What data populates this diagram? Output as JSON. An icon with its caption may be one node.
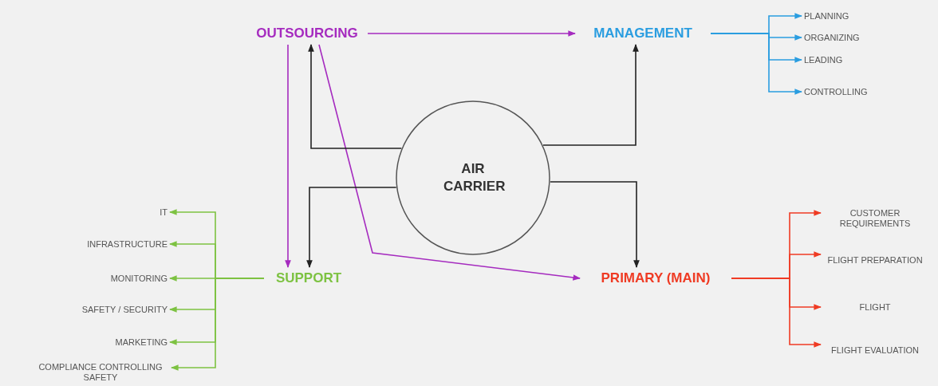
{
  "diagram": {
    "nodes": [
      {
        "text": [
          "OUTSOURCING"
        ]
      },
      {
        "text": [
          "MANAGEMENT"
        ]
      },
      {
        "text": [
          "AIR CARRIER"
        ]
      },
      {
        "text": [
          "SUPPORT"
        ]
      },
      {
        "text": [
          "PRIMARY (MAIN)"
        ]
      },
      {
        "text": [
          "PLANNING"
        ]
      },
      {
        "text": [
          "ORGANIZING"
        ]
      },
      {
        "text": [
          "LEADING"
        ]
      },
      {
        "text": [
          "CONTROLLING"
        ]
      },
      {
        "text": [
          "CUSTOMER REQUIREMENTS"
        ]
      },
      {
        "text": [
          "FLIGHT PREPARATION"
        ]
      },
      {
        "text": [
          "FLIGHT"
        ]
      },
      {
        "text": [
          "FLIGHT EVALUATION"
        ]
      },
      {
        "text": [
          "IT"
        ]
      },
      {
        "text": [
          "INFRASTRUCTURE"
        ]
      },
      {
        "text": [
          "MONITORING"
        ]
      },
      {
        "text": [
          "SAFETY / SECURITY"
        ]
      },
      {
        "text": [
          "MARKETING"
        ]
      },
      {
        "text": [
          "COMPLIANCE CONTROLLING SAFETY"
        ]
      }
    ],
    "edges": [
      {
        "from": 0,
        "to": 1,
        "arrow": "to",
        "color": "#a52bbf"
      },
      {
        "from": 0,
        "to": 3,
        "arrow": "to",
        "color": "#a52bbf"
      },
      {
        "from": 0,
        "to": 4,
        "arrow": "to",
        "color": "#a52bbf"
      },
      {
        "from": 2,
        "to": 0,
        "arrow": "to",
        "color": "#222222"
      },
      {
        "from": 2,
        "to": 3,
        "arrow": "to",
        "color": "#222222"
      },
      {
        "from": 2,
        "to": 1,
        "arrow": "to",
        "color": "#222222"
      },
      {
        "from": 2,
        "to": 4,
        "arrow": "to",
        "color": "#222222"
      },
      {
        "from": 1,
        "to": 5,
        "arrow": "to",
        "color": "#2a9de0"
      },
      {
        "from": 1,
        "to": 6,
        "arrow": "to",
        "color": "#2a9de0"
      },
      {
        "from": 1,
        "to": 7,
        "arrow": "to",
        "color": "#2a9de0"
      },
      {
        "from": 1,
        "to": 8,
        "arrow": "to",
        "color": "#2a9de0"
      },
      {
        "from": 4,
        "to": 9,
        "arrow": "to",
        "color": "#ef3b24"
      },
      {
        "from": 4,
        "to": 10,
        "arrow": "to",
        "color": "#ef3b24"
      },
      {
        "from": 4,
        "to": 11,
        "arrow": "to",
        "color": "#ef3b24"
      },
      {
        "from": 4,
        "to": 12,
        "arrow": "to",
        "color": "#ef3b24"
      },
      {
        "from": 3,
        "to": 13,
        "arrow": "to"
      },
      {
        "from": 3,
        "to": 14,
        "arrow": "to"
      },
      {
        "from": 3,
        "to": 15,
        "arrow": "to"
      },
      {
        "from": 3,
        "to": 16,
        "arrow": "to"
      },
      {
        "from": 3,
        "to": 17,
        "arrow": "to"
      },
      {
        "from": 3,
        "to": 18,
        "arrow": "to"
      }
    ]
  }
}
